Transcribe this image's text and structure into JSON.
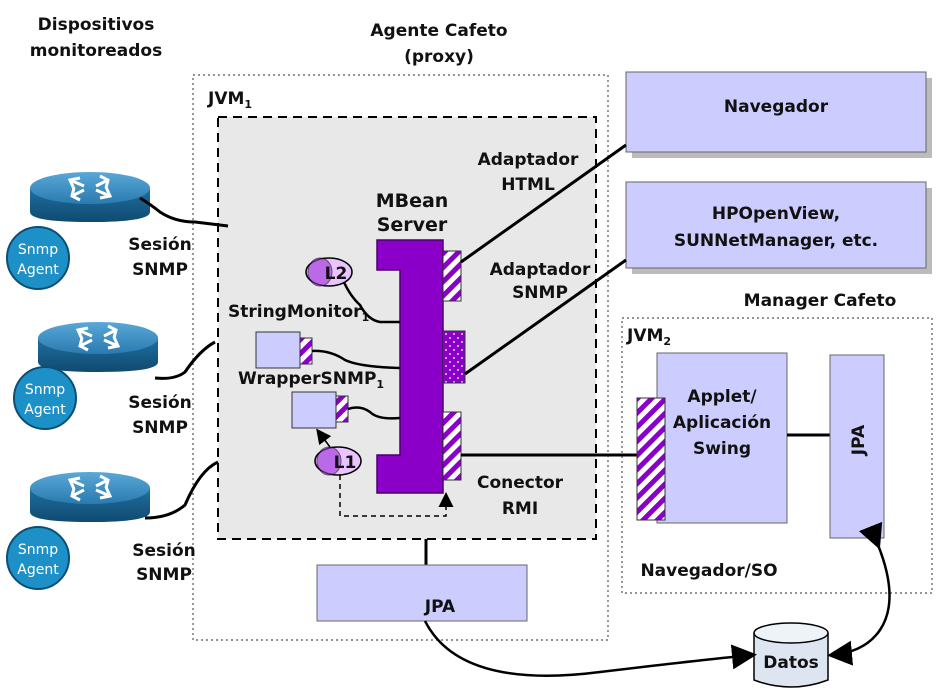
{
  "headings": {
    "devices": [
      "Dispositivos",
      "monitoreados"
    ],
    "agent": [
      "Agente Cafeto",
      "(proxy)"
    ],
    "manager": "Manager Cafeto"
  },
  "jvm1": {
    "base": "JVM",
    "sub": "1"
  },
  "jvm2": {
    "base": "JVM",
    "sub": "2"
  },
  "mbean_server": [
    "MBean",
    "Server"
  ],
  "adaptador_html": [
    "Adaptador",
    "HTML"
  ],
  "adaptador_snmp": [
    "Adaptador",
    "SNMP"
  ],
  "conector_rmi": [
    "Conector",
    "RMI"
  ],
  "string_monitor": {
    "base": "StringMonitor",
    "sub": "1"
  },
  "wrapper_snmp": {
    "base": "WrapperSNMP",
    "sub": "1"
  },
  "listener_l1": "L1",
  "listener_l2": "L2",
  "snmp_agent": [
    "Snmp",
    "Agent"
  ],
  "sesion_snmp": [
    "Sesión",
    "SNMP"
  ],
  "navegador": "Navegador",
  "hp_box": [
    "HPOpenView,",
    "SUNNetManager, etc."
  ],
  "applet": [
    "Applet/",
    "Aplicación",
    "Swing"
  ],
  "jpa_manager": "JPA",
  "jpa_agent": "JPA",
  "navegador_so": "Navegador/SO",
  "datos": "Datos",
  "colors": {
    "mbean_purple": "#8b00c9",
    "box_lavender": "#ccccff",
    "snmp_agent_blue": "#1e90c8",
    "router_blue": "#1f6fa0",
    "panel_gray": "#e8e8e8"
  }
}
